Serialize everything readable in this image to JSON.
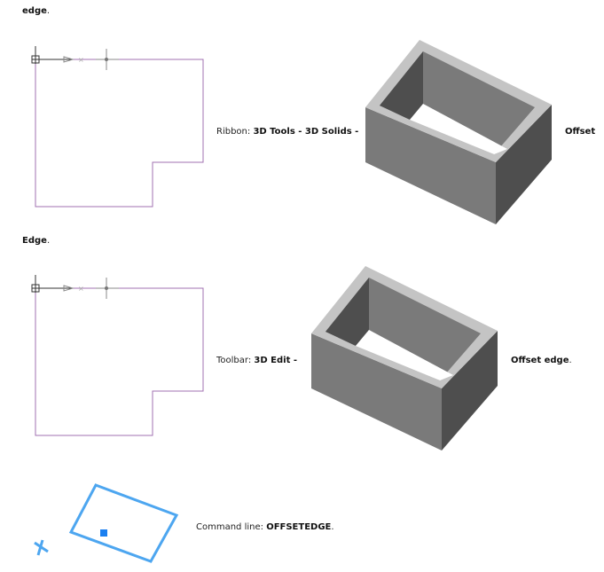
{
  "section1": {
    "trailing_bold": "edge",
    "trailing_punct": "."
  },
  "ribbon": {
    "label": "Ribbon:",
    "path": "3D Tools - 3D Solids -",
    "command": "Offset"
  },
  "section2": {
    "heading_bold": "Edge",
    "heading_punct": "."
  },
  "toolbar": {
    "label": "Toolbar:",
    "path": "3D Edit -",
    "command": "Offset edge",
    "punct": "."
  },
  "command_line": {
    "label": "Command line:",
    "command": "OFFSETEDGE",
    "punct": "."
  },
  "colors": {
    "outline": "#a070b0",
    "highlight": "#4da6f0",
    "grip": "#1a7ff0"
  }
}
